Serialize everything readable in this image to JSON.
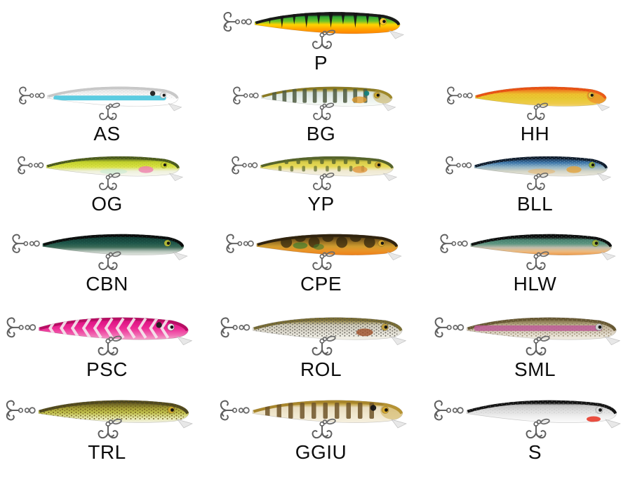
{
  "page": {
    "background": "#ffffff",
    "title": "lure color chart"
  },
  "style": {
    "hook_color": "#5f5f5f",
    "ring_color": "#6b6b6b",
    "label_color": "#0d0d0d",
    "lip_color": "#e4e4e4"
  },
  "grid_rows": [
    [
      "",
      "P",
      ""
    ],
    [
      "AS",
      "BG",
      "HH"
    ],
    [
      "OG",
      "YP",
      "BLL"
    ],
    [
      "CBN",
      "CPE",
      "HLW"
    ],
    [
      "PSC",
      "ROL",
      "SML"
    ],
    [
      "TRL",
      "GGIU",
      "S"
    ]
  ],
  "lures": {
    "P": {
      "label": "P",
      "gradient": [
        [
          0,
          "#1a1a1a"
        ],
        [
          0.13,
          "#1e1e1e"
        ],
        [
          0.22,
          "#2fa435"
        ],
        [
          0.42,
          "#6cc32a"
        ],
        [
          0.58,
          "#ffd400"
        ],
        [
          0.8,
          "#ffa000"
        ],
        [
          1,
          "#ff8400"
        ]
      ],
      "pattern": "perch",
      "pattern_color": "#141414",
      "stripe": null,
      "head": null,
      "accents": [],
      "eye": {
        "iris": "#ffc832",
        "pupil": "#141414"
      }
    },
    "AS": {
      "label": "AS",
      "gradient": [
        [
          0,
          "#c8c8c8"
        ],
        [
          0.12,
          "#e4e4e4"
        ],
        [
          0.4,
          "#f6f6f6"
        ],
        [
          0.7,
          "#ffffff"
        ],
        [
          1,
          "#fdfdfd"
        ]
      ],
      "pattern": "scales",
      "pattern_color": "#c2c2c2",
      "stripe": "#3fc3dc",
      "head": null,
      "accents": [
        {
          "kind": "spot",
          "color": "#1d1d1d"
        }
      ],
      "eye": {
        "iris": "#e8e8e8",
        "pupil": "#141414"
      }
    },
    "BG": {
      "label": "BG",
      "gradient": [
        [
          0,
          "#8a7a22"
        ],
        [
          0.14,
          "#a8922c"
        ],
        [
          0.3,
          "#d8e4e0"
        ],
        [
          0.6,
          "#e8f0ec"
        ],
        [
          1,
          "#fafcf8"
        ]
      ],
      "pattern": "bars",
      "pattern_color": "#4e5b40",
      "stripe": null,
      "head": "#b79a33",
      "accents": [
        {
          "kind": "spot",
          "color": "#13807c"
        },
        {
          "kind": "gill",
          "color": "#df9b30"
        }
      ],
      "eye": {
        "iris": "#caa62e",
        "pupil": "#141414"
      }
    },
    "HH": {
      "label": "HH",
      "gradient": [
        [
          0,
          "#e84e14"
        ],
        [
          0.16,
          "#f07820"
        ],
        [
          0.38,
          "#eec22e"
        ],
        [
          0.62,
          "#e7c934"
        ],
        [
          0.85,
          "#eeca48"
        ],
        [
          1,
          "#f2d670"
        ]
      ],
      "pattern": "scales",
      "pattern_color": "#d8a21e",
      "stripe": null,
      "head": "#f06820",
      "accents": [],
      "eye": {
        "iris": "#e8c040",
        "pupil": "#141414"
      }
    },
    "OG": {
      "label": "OG",
      "gradient": [
        [
          0,
          "#49591f"
        ],
        [
          0.13,
          "#5c7026"
        ],
        [
          0.28,
          "#c3d22c"
        ],
        [
          0.52,
          "#d9e243"
        ],
        [
          0.74,
          "#eef0da"
        ],
        [
          1,
          "#f8f8f2"
        ]
      ],
      "pattern": "scales",
      "pattern_color": "#aab41e",
      "stripe": null,
      "head": null,
      "accents": [
        {
          "kind": "gill",
          "color": "#ef7fae"
        },
        {
          "kind": "belly-glow",
          "color": "#bfe8d0"
        }
      ],
      "eye": {
        "iris": "#cdd22e",
        "pupil": "#141414"
      }
    },
    "YP": {
      "label": "YP",
      "gradient": [
        [
          0,
          "#55632a"
        ],
        [
          0.13,
          "#6d7a30"
        ],
        [
          0.28,
          "#d8cc48"
        ],
        [
          0.52,
          "#e6da58"
        ],
        [
          0.72,
          "#efe9d0"
        ],
        [
          1,
          "#f4f0e2"
        ]
      ],
      "pattern": "broken-bars",
      "pattern_color": "#5d6a2e",
      "stripe": null,
      "head": null,
      "accents": [
        {
          "kind": "gill",
          "color": "#e0963c"
        }
      ],
      "eye": {
        "iris": "#caa62e",
        "pupil": "#141414"
      }
    },
    "BLL": {
      "label": "BLL",
      "gradient": [
        [
          0,
          "#101c2c"
        ],
        [
          0.14,
          "#1c3a5c"
        ],
        [
          0.32,
          "#3a74a8"
        ],
        [
          0.52,
          "#8cb0c4"
        ],
        [
          0.74,
          "#d2d4c6"
        ],
        [
          1,
          "#eeeade"
        ]
      ],
      "pattern": "scales",
      "pattern_color": "#a8ccdc",
      "stripe": null,
      "head": null,
      "accents": [
        {
          "kind": "gill",
          "color": "#e2a33c"
        },
        {
          "kind": "belly-glow",
          "color": "#e8b060"
        }
      ],
      "eye": {
        "iris": "#9ab43c",
        "pupil": "#141414"
      }
    },
    "CBN": {
      "label": "CBN",
      "gradient": [
        [
          0,
          "#0c0c0c"
        ],
        [
          0.16,
          "#123c34"
        ],
        [
          0.42,
          "#1c5448"
        ],
        [
          0.62,
          "#3c6c58"
        ],
        [
          0.82,
          "#b6c4ba"
        ],
        [
          1,
          "#e6eae4"
        ]
      ],
      "pattern": "scales",
      "pattern_color": "#2e6e5e",
      "stripe": null,
      "head": null,
      "accents": [],
      "eye": {
        "iris": "#b0b838",
        "pupil": "#141414"
      }
    },
    "CPE": {
      "label": "CPE",
      "gradient": [
        [
          0,
          "#30230f"
        ],
        [
          0.16,
          "#5c4418"
        ],
        [
          0.38,
          "#9c7424"
        ],
        [
          0.58,
          "#cf9c2e"
        ],
        [
          0.78,
          "#e89428"
        ],
        [
          1,
          "#f08018"
        ]
      ],
      "pattern": "mottle",
      "pattern_color": "#32260e",
      "pattern_color2": "#3f7a2e",
      "stripe": null,
      "head": null,
      "accents": [],
      "eye": {
        "iris": "#d8a830",
        "pupil": "#141414"
      }
    },
    "HLW": {
      "label": "HLW",
      "gradient": [
        [
          0,
          "#0e0e0e"
        ],
        [
          0.15,
          "#121212"
        ],
        [
          0.27,
          "#47806e"
        ],
        [
          0.46,
          "#5c9480"
        ],
        [
          0.64,
          "#c2bdac"
        ],
        [
          0.82,
          "#ecba80"
        ],
        [
          1,
          "#ef9a46"
        ]
      ],
      "pattern": "scales",
      "pattern_color": "#79af99",
      "stripe": null,
      "head": null,
      "accents": [],
      "eye": {
        "iris": "#a0b43c",
        "pupil": "#141414"
      }
    },
    "PSC": {
      "label": "PSC",
      "gradient": [
        [
          0,
          "#b80e64"
        ],
        [
          0.2,
          "#df1586"
        ],
        [
          0.5,
          "#ee2d96"
        ],
        [
          0.78,
          "#f06ab2"
        ],
        [
          1,
          "#f5a6cc"
        ]
      ],
      "pattern": "chevrons",
      "pattern_color": "#f4ecf0",
      "stripe": null,
      "head": null,
      "accents": [
        {
          "kind": "spot",
          "color": "#1d1d1d"
        }
      ],
      "eye": {
        "iris": "#ededed",
        "pupil": "#141414"
      }
    },
    "ROL": {
      "label": "ROL",
      "gradient": [
        [
          0,
          "#7a6e34"
        ],
        [
          0.16,
          "#96884a"
        ],
        [
          0.34,
          "#d2cebc"
        ],
        [
          0.58,
          "#dcd8cc"
        ],
        [
          0.8,
          "#eceae0"
        ],
        [
          1,
          "#f4f2ea"
        ]
      ],
      "pattern": "speckle",
      "pattern_color": "#55524a",
      "stripe": null,
      "head": null,
      "accents": [
        {
          "kind": "gill",
          "color": "#9e4f28"
        }
      ],
      "eye": {
        "iris": "#c0a040",
        "pupil": "#141414"
      }
    },
    "SML": {
      "label": "SML",
      "gradient": [
        [
          0,
          "#665832"
        ],
        [
          0.16,
          "#8c7c50"
        ],
        [
          0.36,
          "#c0b494"
        ],
        [
          0.56,
          "#cfc2ae"
        ],
        [
          0.78,
          "#e6e0d2"
        ],
        [
          1,
          "#f0ece2"
        ]
      ],
      "pattern": "speckle",
      "pattern_color": "#8a7a5c",
      "stripe": "#bd5d96",
      "head": null,
      "accents": [],
      "eye": {
        "iris": "#cccccc",
        "pupil": "#141414"
      }
    },
    "TRL": {
      "label": "TRL",
      "gradient": [
        [
          0,
          "#4e4820"
        ],
        [
          0.16,
          "#6e6628"
        ],
        [
          0.36,
          "#a8a238"
        ],
        [
          0.56,
          "#c2c24e"
        ],
        [
          0.76,
          "#e2e4a0"
        ],
        [
          1,
          "#f2f2e4"
        ]
      ],
      "pattern": "speckle",
      "pattern_color": "#6e5a18",
      "stripe": null,
      "head": null,
      "accents": [],
      "eye": {
        "iris": "#caa62e",
        "pupil": "#141414"
      }
    },
    "GGIU": {
      "label": "GGIU",
      "gradient": [
        [
          0,
          "#a8862c"
        ],
        [
          0.16,
          "#c0a040"
        ],
        [
          0.32,
          "#e8dcc0"
        ],
        [
          0.6,
          "#efe6cc"
        ],
        [
          1,
          "#f6f0e0"
        ]
      ],
      "pattern": "bars",
      "pattern_color": "#6e5428",
      "stripe": null,
      "head": "#c8a43c",
      "accents": [
        {
          "kind": "spot",
          "color": "#141414"
        }
      ],
      "eye": {
        "iris": "#d4a832",
        "pupil": "#141414"
      }
    },
    "S": {
      "label": "S",
      "gradient": [
        [
          0,
          "#141414"
        ],
        [
          0.13,
          "#1e1e1e"
        ],
        [
          0.22,
          "#c4c4c4"
        ],
        [
          0.46,
          "#dedede"
        ],
        [
          0.72,
          "#efefef"
        ],
        [
          1,
          "#fbfbfb"
        ]
      ],
      "pattern": "scales",
      "pattern_color": "#b2b2b2",
      "stripe": null,
      "head": null,
      "accents": [
        {
          "kind": "throat",
          "color": "#e83020"
        }
      ],
      "eye": {
        "iris": "#d8d8d8",
        "pupil": "#141414"
      }
    }
  }
}
